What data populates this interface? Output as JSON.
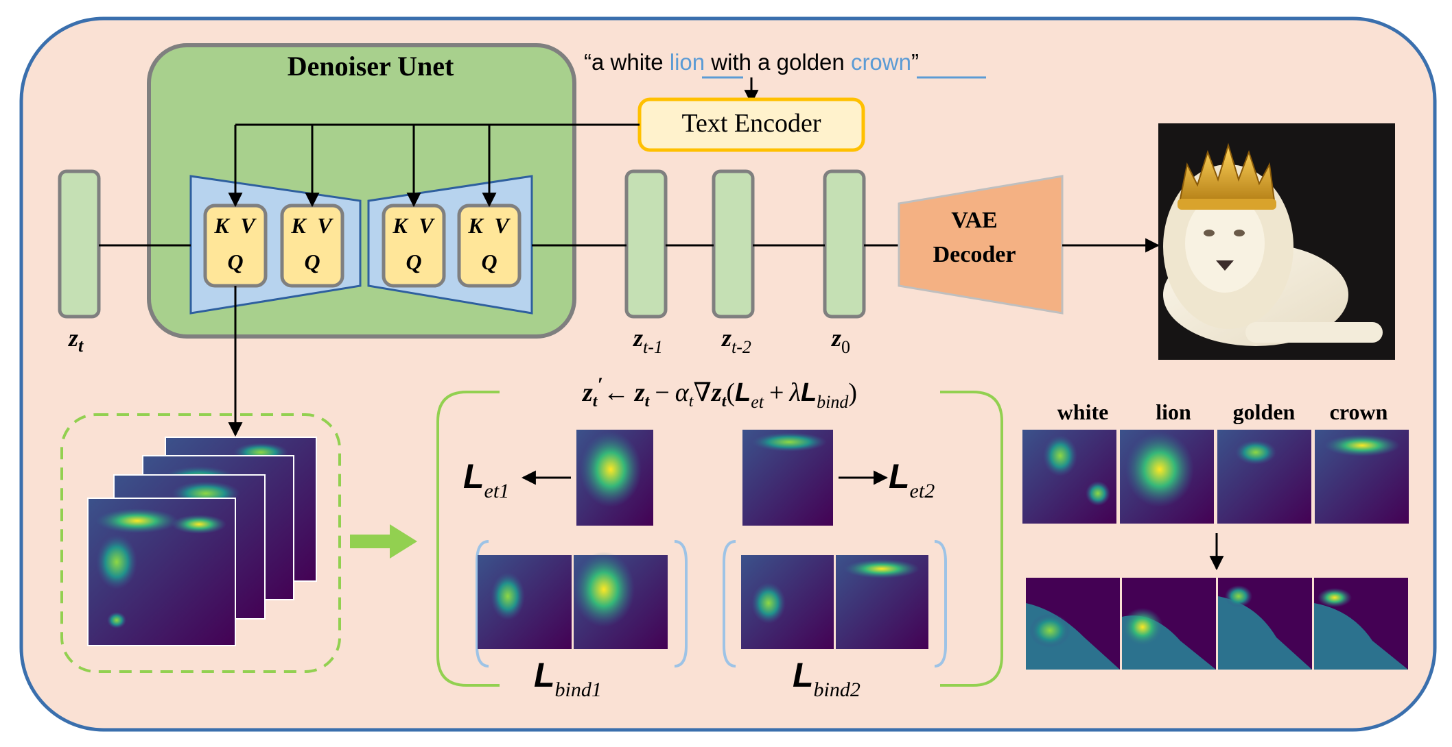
{
  "unet": {
    "title": "Denoiser Unet",
    "attn_k": "K",
    "attn_v": "V",
    "attn_q": "Q"
  },
  "prompt": {
    "open_quote": "“",
    "part1": "a white ",
    "word_lion": "lion",
    "part2": " with a golden ",
    "word_crown": "crown",
    "close_quote": "”"
  },
  "text_encoder": {
    "label": "Text Encoder"
  },
  "vae": {
    "line1": "VAE",
    "line2": "Decoder"
  },
  "latents": {
    "zt": "z",
    "zt_sub": "t",
    "zt1": "z",
    "zt1_sub": "t-1",
    "zt2": "z",
    "zt2_sub": "t-2",
    "z0": "z",
    "z0_sub": "0"
  },
  "formula": {
    "lhs": "z",
    "lhs_sub": "t",
    "lhs_prime": "′",
    "arrow": "←",
    "z2": "z",
    "z2_sub": "t",
    "minus": "−",
    "alpha": "α",
    "alpha_sub": "t",
    "nabla": "∇",
    "z3": "z",
    "z3_sub": "t",
    "open": "(",
    "L1": "L",
    "L1_sub": "et",
    "plus": "+",
    "lambda": "λ",
    "L2": "L",
    "L2_sub": "bind",
    "close": ")"
  },
  "loss_labels": {
    "et1": "L",
    "et1_sub": "et1",
    "et2": "L",
    "et2_sub": "et2",
    "bind1": "L",
    "bind1_sub": "bind1",
    "bind2": "L",
    "bind2_sub": "bind2"
  },
  "token_labels": [
    "white",
    "lion",
    "golden",
    "crown"
  ],
  "colors": {
    "background": "#fae1d4",
    "border": "#3a6fad",
    "unet": "#a8d08d",
    "attn_block": "#ffe699",
    "unet_shape": "#b7d3ee",
    "latent": "#c5e0b4",
    "vae": "#f4b183",
    "text_encoder_border": "#ffc000",
    "prompt_word": "#5b9bd5",
    "dashed_green": "#92d050",
    "bracket_blue": "#9dc3e6"
  }
}
